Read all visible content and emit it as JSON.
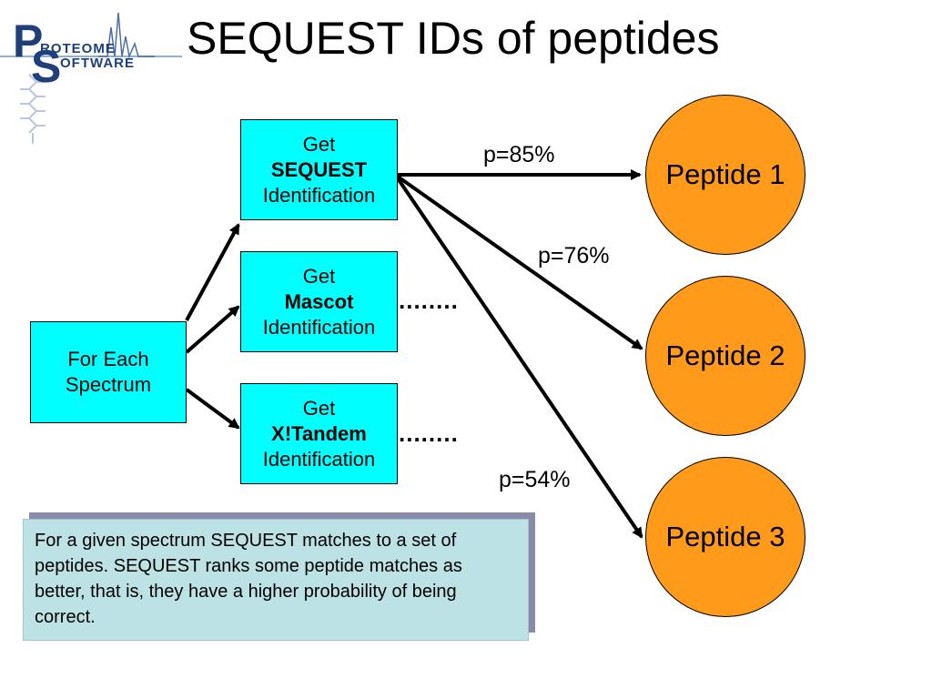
{
  "slide": {
    "title": "SEQUEST IDs of peptides"
  },
  "logo": {
    "big_letter_1": "P",
    "text_1": "ROTEOME",
    "big_letter_2": "S",
    "text_2": "OFTWARE"
  },
  "source": {
    "line1": "For Each",
    "line2": "Spectrum"
  },
  "engines": [
    {
      "line1": "Get",
      "name": "SEQUEST",
      "line3": "Identification"
    },
    {
      "line1": "Get",
      "name": "Mascot",
      "line3": "Identification",
      "trailing": "........"
    },
    {
      "line1": "Get",
      "name": "X!Tandem",
      "line3": "Identification",
      "trailing": "........"
    }
  ],
  "probabilities": [
    {
      "label": "p=85%",
      "value": 85
    },
    {
      "label": "p=76%",
      "value": 76
    },
    {
      "label": "p=54%",
      "value": 54
    }
  ],
  "peptides": [
    {
      "label": "Peptide 1"
    },
    {
      "label": "Peptide 2"
    },
    {
      "label": "Peptide 3"
    }
  ],
  "note": {
    "text": "For a given spectrum SEQUEST matches to a set of peptides.  SEQUEST ranks some peptide matches as better, that is, they have a higher probability of being correct."
  },
  "colors": {
    "box_fill": "#00ffff",
    "peptide_fill": "#ff9a1a",
    "note_fill": "#bde2e6",
    "logo_blue": "#1e3f7a"
  }
}
